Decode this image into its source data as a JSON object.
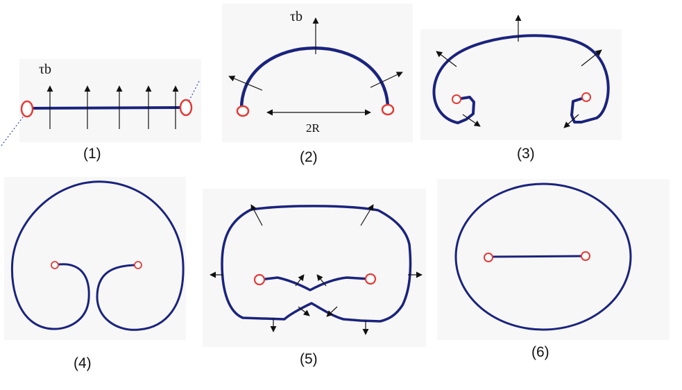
{
  "force_label": "τb",
  "distance_label": "2R",
  "captions": [
    "(1)",
    "(2)",
    "(3)",
    "(4)",
    "(5)",
    "(6)"
  ],
  "colors": {
    "dislocation_line": "#1a237e",
    "pinning_point": "#e53935",
    "arrow": "#111111"
  }
}
